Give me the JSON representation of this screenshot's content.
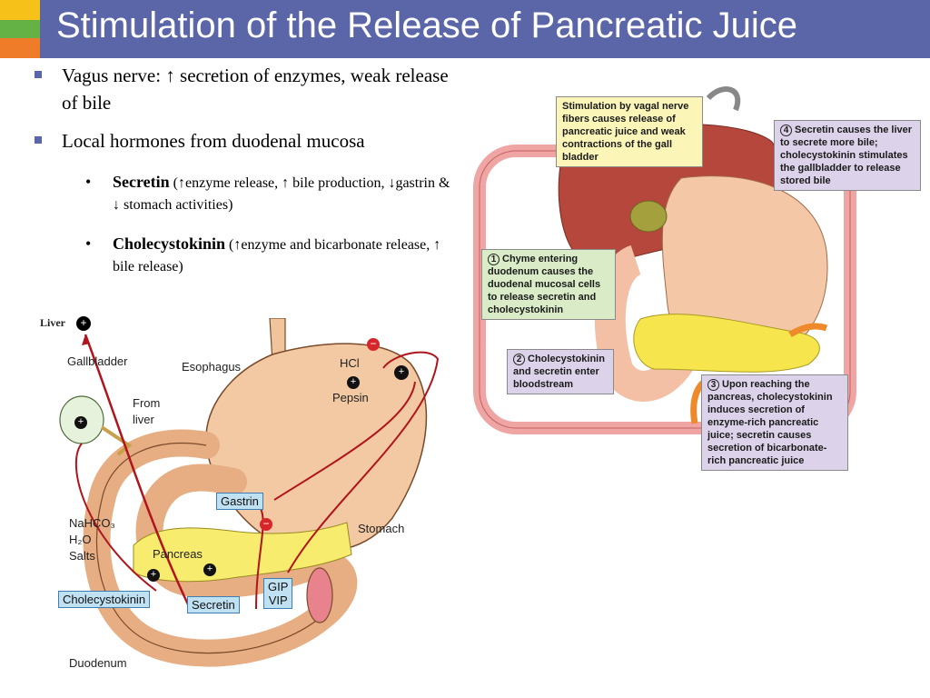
{
  "title": "Stimulation of the Release of Pancreatic Juice",
  "bullets": [
    {
      "text": "Vagus nerve: ↑ secretion of enzymes, weak release of bile"
    },
    {
      "text": "Local hormones from duodenal mucosa"
    }
  ],
  "sub_bullets": [
    {
      "term": "Secretin",
      "text": "(↑enzyme release, ↑ bile production, ↓gastrin & ↓ stomach activities)"
    },
    {
      "term": "Cholecystokinin",
      "text": "(↑enzyme and bicarbonate release, ↑ bile release)"
    }
  ],
  "left_figure": {
    "liver": "Liver",
    "plus": "+",
    "minus": "−",
    "gallbladder": "Gallbladder",
    "esophagus": "Esophagus",
    "from_liver_1": "From",
    "from_liver_2": "liver",
    "hcl": "HCl",
    "pepsin": "Pepsin",
    "gastrin": "Gastrin",
    "stomach": "Stomach",
    "nahco3": "NaHCO₃",
    "h2o": "H₂O",
    "salts": "Salts",
    "pancreas": "Pancreas",
    "cholecystokinin": "Cholecystokinin",
    "secretin": "Secretin",
    "gip": "GIP",
    "vip": "VIP",
    "duodenum": "Duodenum"
  },
  "right_figure": {
    "vagal": "Stimulation by vagal nerve fibers causes release of pancreatic juice and weak contractions of the gall bladder",
    "step1_num": "1",
    "step1": "Chyme entering duodenum causes the duodenal mucosal cells to release secretin and cholecystokinin",
    "step2_num": "2",
    "step2": "Cholecystokinin and secretin enter bloodstream",
    "step3_num": "3",
    "step3": "Upon reaching the pancreas, cholecystokinin induces secretion of enzyme-rich pancreatic juice; secretin causes secretion of bicarbonate-rich pancreatic juice",
    "step4_num": "4",
    "step4": "Secretin causes the liver to secrete more bile; cholecystokinin stimulates the gallbladder to release stored bile"
  },
  "colors": {
    "title_bar": "#5a66a8",
    "accent_yellow": "#f6c21a",
    "accent_green": "#64b245",
    "accent_orange": "#ef7c28",
    "hormone_arrow": "#b0141c",
    "label_blue": "#bfe1f2",
    "box_yellow": "#fbf6b8",
    "box_green": "#d9ecc7",
    "box_purple": "#dcd3ea"
  }
}
